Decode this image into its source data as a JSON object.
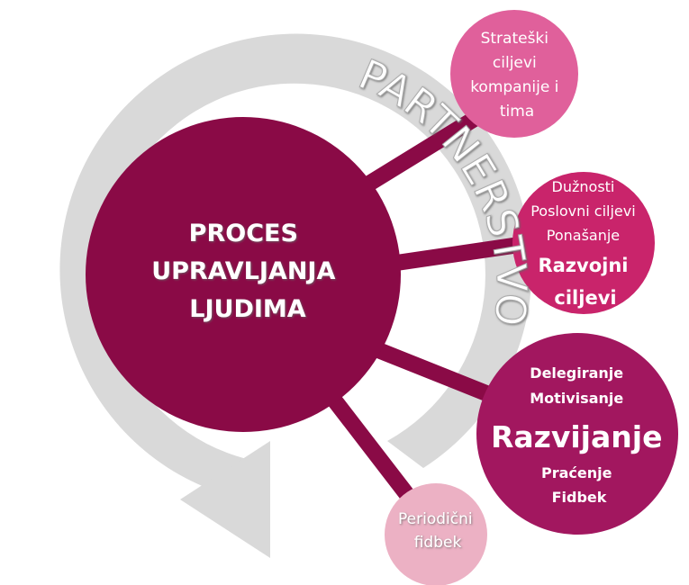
{
  "colors": {
    "center": "#8a0a46",
    "strategic": "#e0609b",
    "duties": "#c9246b",
    "develop": "#a2175f",
    "feedback": "#ecb1c4",
    "ring": "#d9d9d9"
  },
  "ring_label": "PARTNERSTVO",
  "center": {
    "lines": [
      "PROCES",
      "UPRAVLJANJA",
      "LJUDIMA"
    ]
  },
  "strategic": {
    "lines": [
      "Strateški",
      "ciljevi",
      "kompanije i",
      "tima"
    ]
  },
  "duties": {
    "lines": [
      "Dužnosti",
      "Poslovni ciljevi",
      "Ponašanje"
    ],
    "bold_lines": [
      "Razvojni",
      "ciljevi"
    ]
  },
  "develop": {
    "lines": [
      "Delegiranje",
      "Motivisanje"
    ],
    "big": "Razvijanje",
    "lines_after": [
      "Praćenje",
      "Fidbek"
    ]
  },
  "feedback": {
    "lines": [
      "Periodični",
      "fidbek"
    ]
  }
}
